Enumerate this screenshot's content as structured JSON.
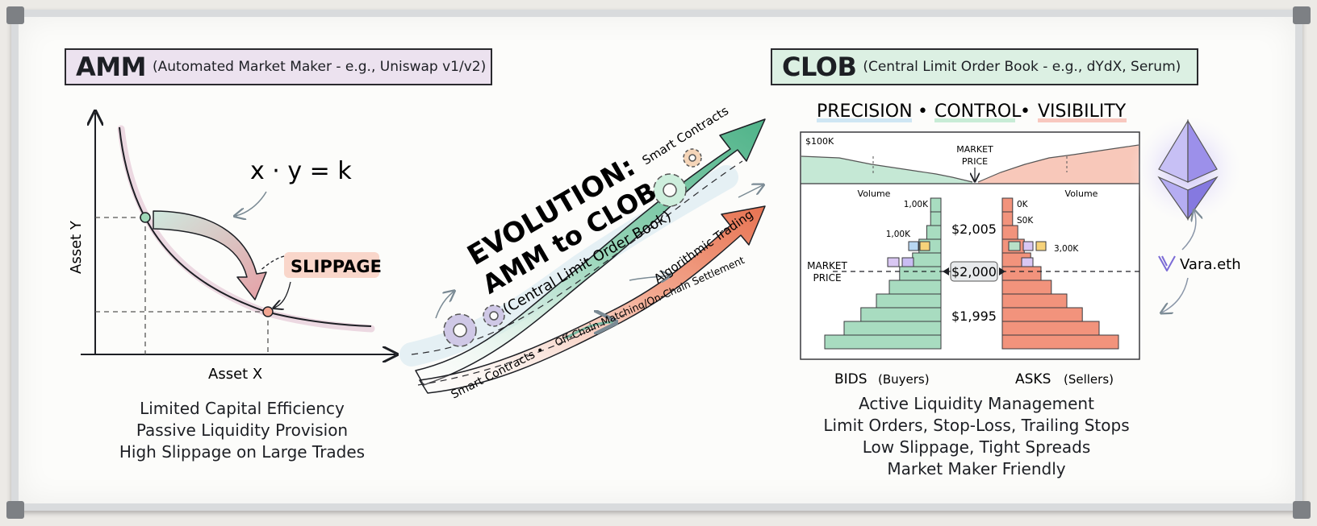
{
  "amm": {
    "title": "AMM",
    "subtitle": "(Automated Market Maker - e.g., Uniswap v1/v2)",
    "formula": "x · y = k",
    "slippage_label": "SLIPPAGE",
    "axis_x": "Asset X",
    "axis_y": "Asset Y",
    "points": [
      "Limited Capital Efficiency",
      "Passive Liquidity Provision",
      "High Slippage on Large Trades"
    ]
  },
  "evolution": {
    "title_line1": "EVOLUTION:",
    "title_line2": "AMM to CLOB",
    "title_line3": "(Central Limit Order Book)",
    "label_smart_top": "Smart Contracts",
    "label_algo": "Algorithmic Trading",
    "label_offchain": "Off-Chain Matching/On-Chain Settlement",
    "label_smart_bottom": "Smart Contracts •"
  },
  "clob": {
    "title": "CLOB",
    "subtitle": "(Central Limit Order Book - e.g., dYdX, Serum)",
    "tagline": [
      "PRECISION",
      "•",
      "CONTROL",
      "•",
      "VISIBILITY"
    ],
    "depth_max_label": "$100K",
    "market_price_top": [
      "MARKET",
      "PRICE"
    ],
    "market_price_side": [
      "MARKET",
      "PRICE"
    ],
    "volume_left": "Volume",
    "volume_right": "Volume",
    "bid_labels": [
      "1,00K",
      "1,00K"
    ],
    "ask_labels": [
      "0K",
      "S0K",
      "3,00K"
    ],
    "prices": [
      "$2,005",
      "$2,000",
      "$1,995"
    ],
    "bids_label": "BIDS",
    "bids_sub": "(Buyers)",
    "asks_label": "ASKS",
    "asks_sub": "(Sellers)",
    "vara_label": "Vara.eth",
    "points": [
      "Active Liquidity Management",
      "Limit Orders, Stop-Loss, Trailing Stops",
      "Low Slippage, Tight Spreads",
      "Market Maker Friendly"
    ]
  },
  "colors": {
    "bid_green": "#a8dcc0",
    "ask_red": "#f2937c",
    "amm_banner": "#ece2ef",
    "clob_banner": "#dcf0e3",
    "arrow_green": "#6cbf9a",
    "arrow_red": "#ec8a6c",
    "eth_purple": "#8a7fe0"
  }
}
